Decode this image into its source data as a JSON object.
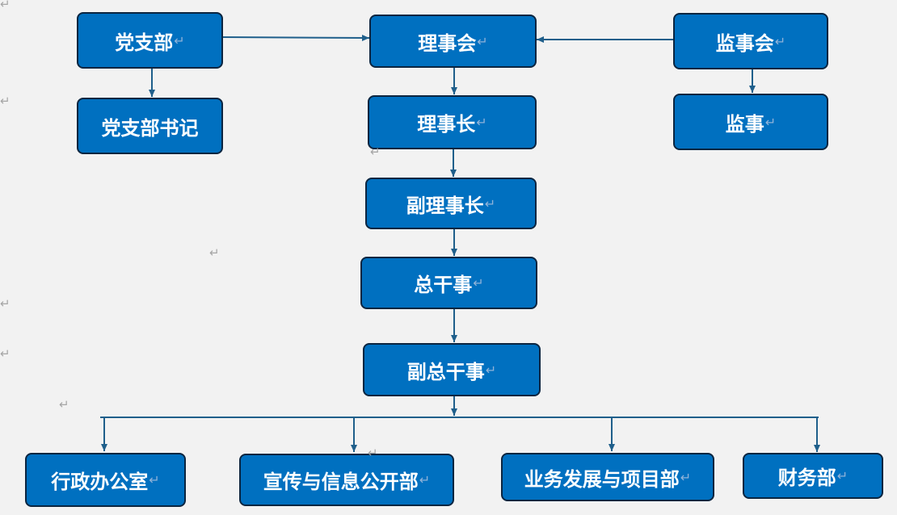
{
  "diagram": {
    "nodes": {
      "party_branch": "党支部",
      "party_secretary": "党支部书记",
      "council": "理事会",
      "supervisory_board": "监事会",
      "chairman": "理事长",
      "supervisor": "监事",
      "vice_chairman": "副理事长",
      "secretary_general": "总干事",
      "deputy_secretary_general": "副总干事",
      "admin_office": "行政办公室",
      "publicity_dept": "宣传与信息公开部",
      "business_dept": "业务发展与项目部",
      "finance_dept": "财务部"
    },
    "paragraph_mark": "↵",
    "colors": {
      "box_fill": "#0070c0",
      "box_border": "#0b2540",
      "connector": "#1f5f8b",
      "background": "#f2f2f2"
    }
  }
}
